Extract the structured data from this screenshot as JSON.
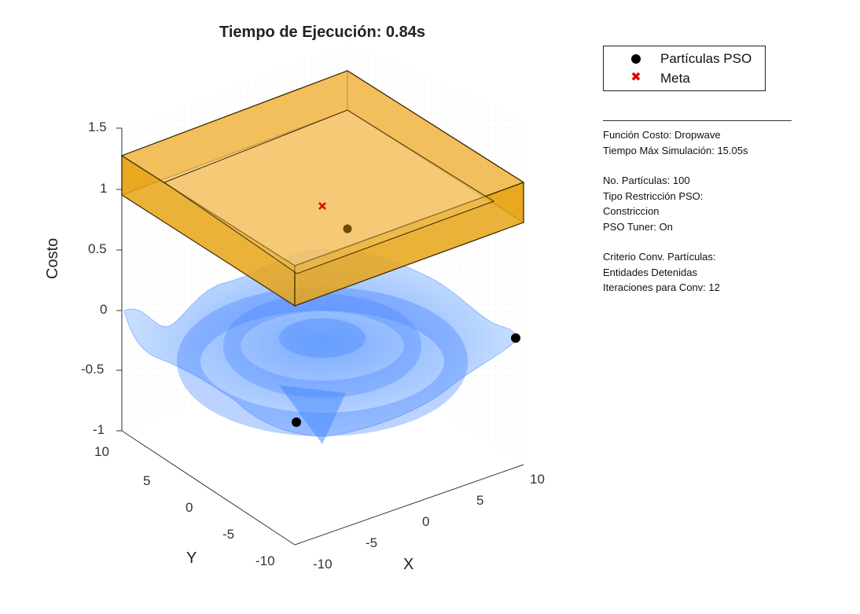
{
  "title": "Tiempo de Ejecución: 0.84s",
  "legend": {
    "items": [
      {
        "label": "Partículas PSO",
        "symbol": "black-dot"
      },
      {
        "label": "Meta",
        "symbol": "red-x"
      }
    ]
  },
  "info_panel": {
    "lines_group1": [
      "Función Costo: Dropwave",
      "Tiempo Máx Simulación: 15.05s"
    ],
    "lines_group2": [
      "No. Partículas: 100",
      "Tipo Restricción PSO:",
      "Constriccion",
      "PSO Tuner: On"
    ],
    "lines_group3": [
      "Criterio Conv. Partículas:",
      "Entidades Detenidas",
      "Iteraciones para Conv: 12"
    ]
  },
  "axes": {
    "z_label": "Costo",
    "x_label": "X",
    "y_label": "Y",
    "z_ticks": [
      "1.5",
      "1",
      "0.5",
      "0",
      "-0.5",
      "-1"
    ],
    "x_ticks": [
      "-10",
      "-5",
      "0",
      "5",
      "10"
    ],
    "y_ticks": [
      "10",
      "5",
      "0",
      "-5",
      "-10"
    ]
  },
  "colors": {
    "surface": "#6fa6ff",
    "box": "#f0b030",
    "goal": "#e00000",
    "particle": "#000000"
  }
}
